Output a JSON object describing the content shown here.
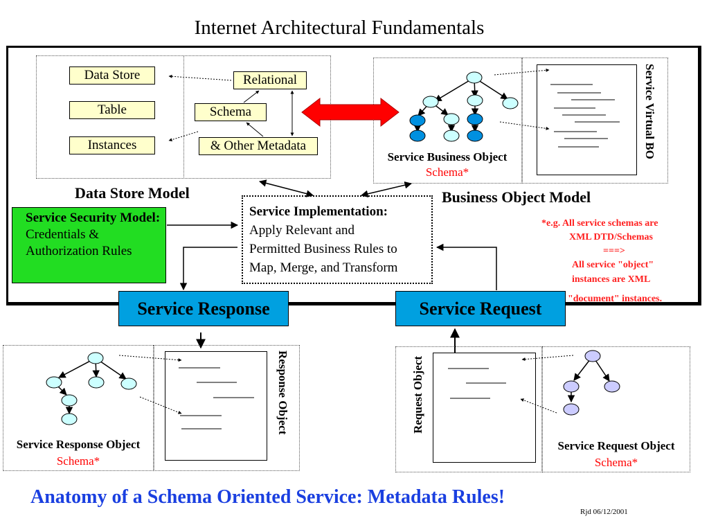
{
  "title": "Internet Architectural Fundamentals",
  "data_store_model": {
    "heading": "Data Store Model",
    "left_items": [
      "Data Store",
      "Table",
      "Instances"
    ],
    "relational": "Relational",
    "schema": "Schema",
    "other_metadata": "& Other Metadata"
  },
  "business_object_model": {
    "heading": "Business Object Model",
    "sbo_caption": "Service Business Object",
    "sbo_schema": "Schema*",
    "virtual_label": "Service Virtual  BO"
  },
  "security": {
    "title": "Service Security Model:",
    "body": "Credentials & Authorization Rules",
    "color": "#22dd22"
  },
  "implementation": {
    "title": "Service Implementation:",
    "line1": "Apply Relevant and",
    "line2": "Permitted Business Rules to",
    "line3": "Map, Merge, and Transform"
  },
  "note": {
    "line1": "*e.g. All service schemas are",
    "line2": "XML DTD/Schemas",
    "line3": "===>",
    "line4": "All service \"object\"",
    "line5": "instances are XML",
    "line6": "\"document\" instances."
  },
  "response": {
    "button": "Service Response",
    "object_label": "Response Object",
    "caption": "Service Response Object",
    "schema": "Schema*"
  },
  "request": {
    "button": "Service Request",
    "object_label": "Request Object",
    "caption": "Service Request Object",
    "schema": "Schema*"
  },
  "footer": "Anatomy of a Schema Oriented Service: Metadata Rules!",
  "signature": "Rjd  06/12/2001",
  "colors": {
    "service_blue": "#00a0e0",
    "node_cyan": "#ccffff",
    "node_blue": "#0090e0",
    "node_lavender": "#ccccff",
    "big_arrow": "#ff0000",
    "footer_blue": "#1a3fe0"
  }
}
